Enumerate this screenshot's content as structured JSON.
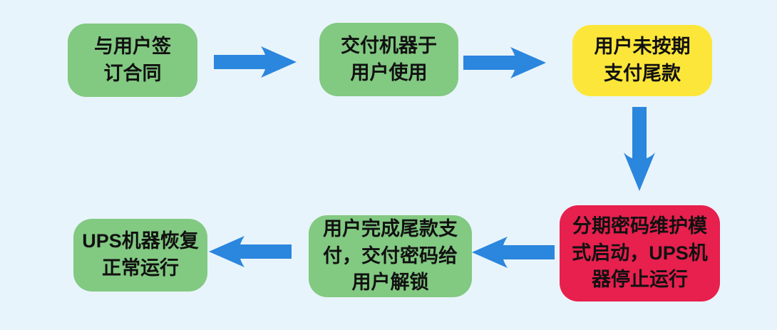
{
  "diagram": {
    "title": "UPS installment payment password-lock flow",
    "background": "#e8f4fb"
  },
  "palette": {
    "green": "#82c982",
    "yellow": "#fce63a",
    "red": "#e7204e",
    "arrow_blue": "#2b86de",
    "text": "#111111"
  },
  "nodes": [
    {
      "id": "sign-contract",
      "text": "与用户签\n订合同",
      "color": "green"
    },
    {
      "id": "deliver-machine",
      "text": "交付机器于\n用户使用",
      "color": "green"
    },
    {
      "id": "overdue-payment",
      "text": "用户未按期\n支付尾款",
      "color": "yellow"
    },
    {
      "id": "maintenance-mode",
      "text": "分期密码维护模\n式启动，UPS机\n器停止运行",
      "color": "red"
    },
    {
      "id": "payment-complete",
      "text": "用户完成尾款支\n付，交付密码给\n用户解锁",
      "color": "green"
    },
    {
      "id": "ups-restored",
      "text": "UPS机器恢复\n正常运行",
      "color": "green"
    }
  ],
  "arrows": [
    {
      "id": "arrow-1",
      "from": "sign-contract",
      "to": "deliver-machine",
      "direction": "right"
    },
    {
      "id": "arrow-2",
      "from": "deliver-machine",
      "to": "overdue-payment",
      "direction": "right"
    },
    {
      "id": "arrow-3",
      "from": "overdue-payment",
      "to": "maintenance-mode",
      "direction": "down"
    },
    {
      "id": "arrow-4",
      "from": "maintenance-mode",
      "to": "payment-complete",
      "direction": "left"
    },
    {
      "id": "arrow-5",
      "from": "payment-complete",
      "to": "ups-restored",
      "direction": "left"
    }
  ]
}
